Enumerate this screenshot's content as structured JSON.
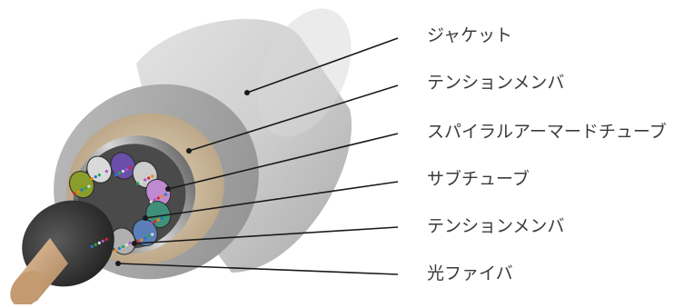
{
  "labels": [
    "ジャケット",
    "テンションメンバ",
    "スパイラルアーマードチューブ",
    "サブチューブ",
    "テンションメンバ",
    "光ファイバ"
  ],
  "colors": {
    "jacket": "#c9c9c9",
    "tension_member_fiber": "#cdb99a",
    "armor_steel": "#8e8e8e",
    "core_sheath": "#3a3a3a",
    "central_strength_member": "#c7a07a",
    "leader_line": "#1a1a1a",
    "text": "#3a3a3a"
  },
  "subtube_colors": [
    "#8a9c2a",
    "#d9d9d9",
    "#6a4fa8",
    "#cccccc",
    "#c08ad0",
    "#3f8f7a",
    "#5a7fb8",
    "#b0b0b0",
    "#9a9a9a"
  ]
}
